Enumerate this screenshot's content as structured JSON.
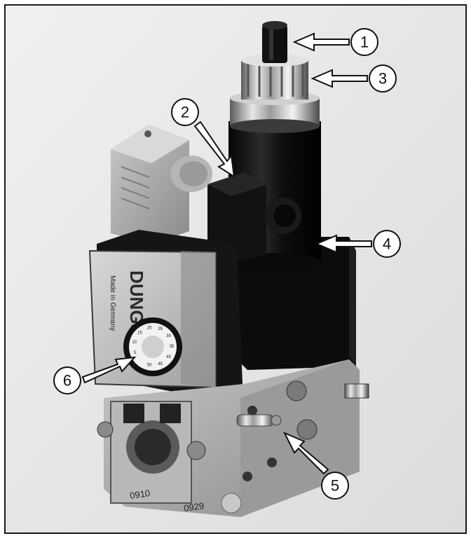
{
  "figure": {
    "callouts": [
      {
        "number": "1",
        "target": "adjustment-knob-top"
      },
      {
        "number": "2",
        "target": "connector-block"
      },
      {
        "number": "3",
        "target": "knurled-adjustment-ring"
      },
      {
        "number": "4",
        "target": "solenoid-body-joint"
      },
      {
        "number": "5",
        "target": "pressure-test-nipple"
      },
      {
        "number": "6",
        "target": "pressure-switch-dial"
      }
    ],
    "switch_cover": {
      "brand": "DUNGS",
      "small_text": "Made in Germany"
    },
    "dial_marks": [
      "5",
      "10",
      "15",
      "20",
      "25",
      "30",
      "35",
      "40",
      "45",
      "50"
    ],
    "body_markings": [
      "0910",
      "0929"
    ]
  }
}
